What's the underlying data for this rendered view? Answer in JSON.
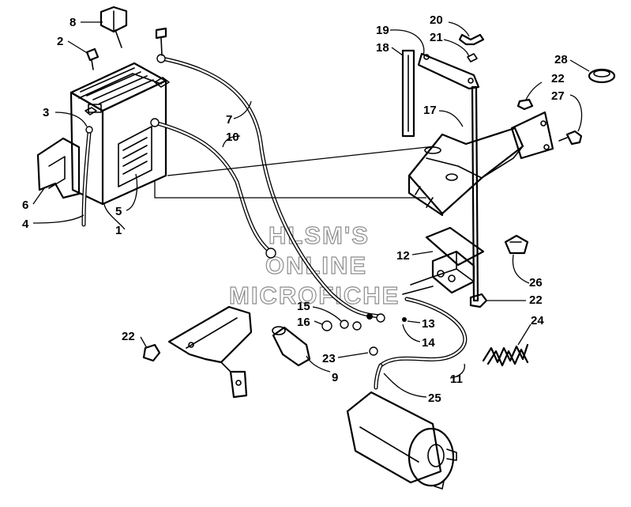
{
  "watermark": {
    "line1": "HLSM'S",
    "line2": "ONLINE",
    "line3": "MICROFICHE"
  },
  "callouts": [
    {
      "id": "c8",
      "number": "8"
    },
    {
      "id": "c2",
      "number": "2"
    },
    {
      "id": "c3",
      "number": "3"
    },
    {
      "id": "c6",
      "number": "6"
    },
    {
      "id": "c4",
      "number": "4"
    },
    {
      "id": "c5",
      "number": "5"
    },
    {
      "id": "c1",
      "number": "1"
    },
    {
      "id": "c7",
      "number": "7"
    },
    {
      "id": "c10",
      "number": "10"
    },
    {
      "id": "c19",
      "number": "19"
    },
    {
      "id": "c18",
      "number": "18"
    },
    {
      "id": "c20",
      "number": "20"
    },
    {
      "id": "c21",
      "number": "21"
    },
    {
      "id": "c17",
      "number": "17"
    },
    {
      "id": "c28",
      "number": "28"
    },
    {
      "id": "c22a",
      "number": "22"
    },
    {
      "id": "c27",
      "number": "27"
    },
    {
      "id": "c12",
      "number": "12"
    },
    {
      "id": "c26",
      "number": "26"
    },
    {
      "id": "c22b",
      "number": "22"
    },
    {
      "id": "c24",
      "number": "24"
    },
    {
      "id": "c15",
      "number": "15"
    },
    {
      "id": "c16",
      "number": "16"
    },
    {
      "id": "c13",
      "number": "13"
    },
    {
      "id": "c14",
      "number": "14"
    },
    {
      "id": "c22c",
      "number": "22"
    },
    {
      "id": "c23",
      "number": "23"
    },
    {
      "id": "c9",
      "number": "9"
    },
    {
      "id": "c11",
      "number": "11"
    },
    {
      "id": "c25",
      "number": "25"
    }
  ]
}
